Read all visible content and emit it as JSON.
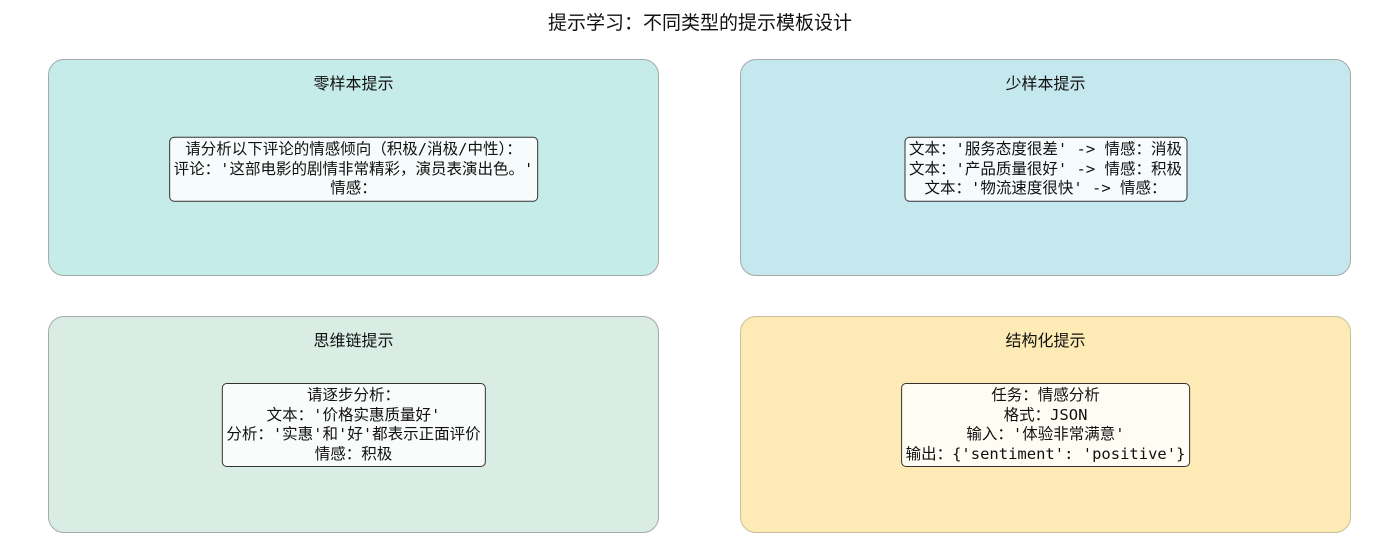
{
  "title": "提示学习：不同类型的提示模板设计",
  "panels": [
    {
      "title": "零样本提示",
      "color": "#c6ecea",
      "lines": [
        "请分析以下评论的情感倾向（积极/消极/中性）：",
        "评论：'这部电影的剧情非常精彩，演员表演出色。'",
        "情感："
      ]
    },
    {
      "title": "少样本提示",
      "color": "#c5e7ee",
      "lines": [
        "文本：'服务态度很差' -> 情感：消极",
        "文本：'产品质量很好' -> 情感：积极",
        "文本：'物流速度很快' -> 情感："
      ]
    },
    {
      "title": "思维链提示",
      "color": "#d9ede5",
      "lines": [
        "请逐步分析：",
        "文本：'价格实惠质量好'",
        "分析：'实惠'和'好'都表示正面评价",
        "情感：积极"
      ]
    },
    {
      "title": "结构化提示",
      "color": "#fdeab4",
      "lines": [
        "任务：情感分析",
        "格式：JSON",
        "输入：'体验非常满意'",
        "输出：{'sentiment': 'positive'}"
      ]
    }
  ]
}
